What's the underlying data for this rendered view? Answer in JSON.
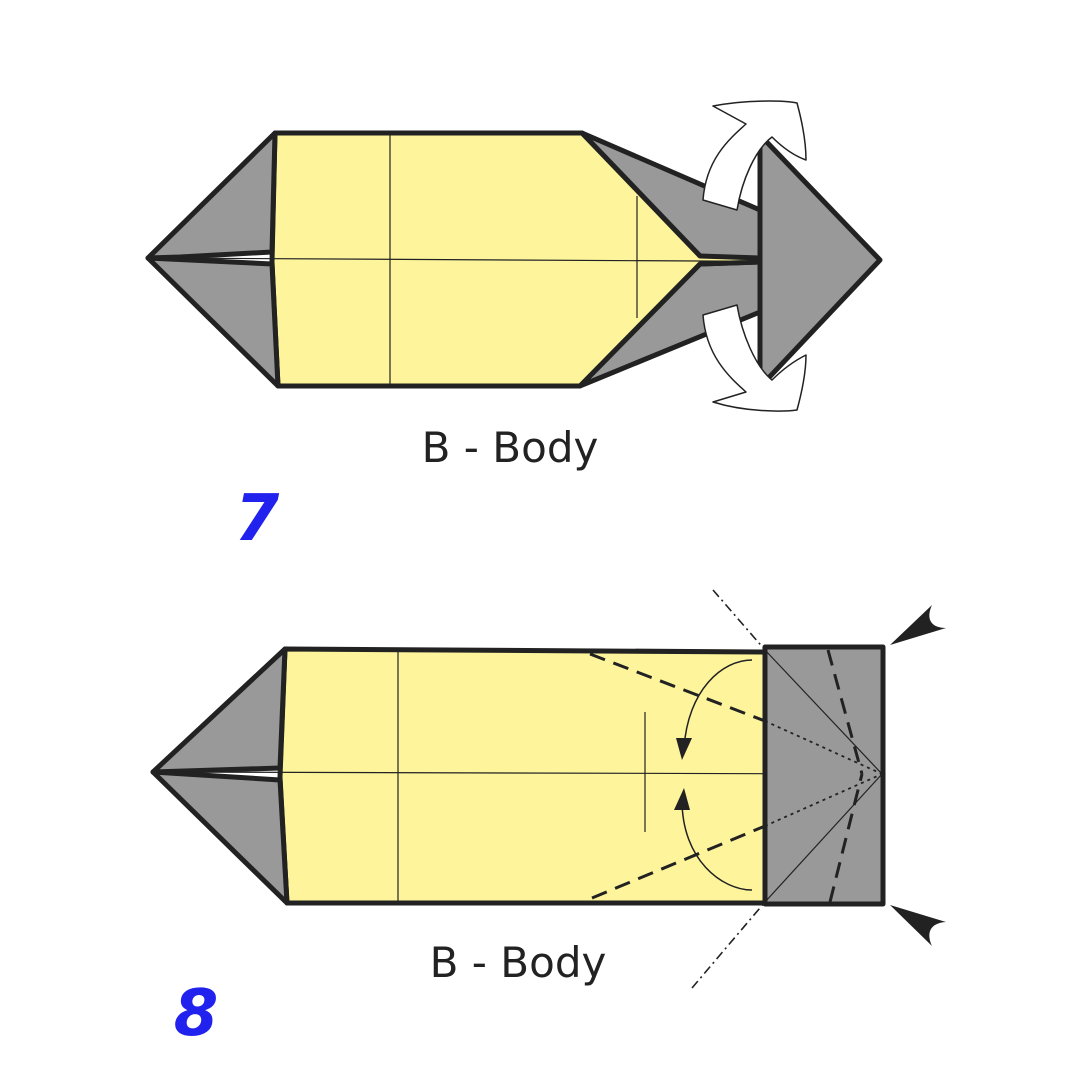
{
  "steps": [
    {
      "number": "7",
      "caption": "B - Body"
    },
    {
      "number": "8",
      "caption": "B - Body"
    }
  ],
  "colors": {
    "paper_front": "#fdf49c",
    "paper_back": "#999999",
    "outline": "#222222",
    "step_number": "#2222ee",
    "arrow_fill": "#ffffff"
  },
  "symbols": {
    "step7": [
      "valley-fold-line",
      "swivel-arrow-up",
      "swivel-arrow-down"
    ],
    "step8": [
      "valley-fold-dashed-line",
      "mountain-fold-dotted-line",
      "curved-fold-arrow",
      "push-arrow"
    ]
  }
}
